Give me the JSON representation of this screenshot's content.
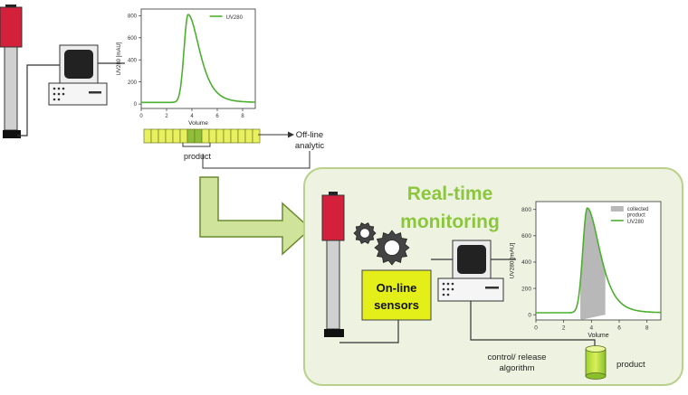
{
  "chart_data": [
    {
      "type": "line",
      "xlabel": "Volume",
      "ylabel": "UV280 [mAU]",
      "xlim": [
        0,
        9
      ],
      "ylim": [
        -40,
        860
      ],
      "xticks": [
        0,
        2,
        4,
        6,
        8
      ],
      "yticks": [
        0,
        200,
        400,
        600,
        800
      ],
      "legend": "top-right",
      "series": [
        {
          "name": "UV280",
          "peak_x": 3.7,
          "peak_y": 810,
          "baseline_y": 15
        }
      ]
    },
    {
      "type": "area",
      "xlabel": "Volume",
      "ylabel": "UV280 [mAU]",
      "xlim": [
        0,
        9
      ],
      "ylim": [
        -40,
        860
      ],
      "xticks": [
        0,
        2,
        4,
        6,
        8
      ],
      "yticks": [
        0,
        200,
        400,
        600,
        800
      ],
      "legend": "top-right",
      "collected_range": [
        3.2,
        5.0
      ],
      "series": [
        {
          "name": "UV280",
          "peak_x": 3.7,
          "peak_y": 810,
          "baseline_y": 15
        }
      ],
      "shaded_series_name": "collected product"
    }
  ],
  "labels": {
    "product_fraction": "product",
    "offline_line1": "Off-line",
    "offline_line2": "analytic",
    "realtime_line1": "Real-time",
    "realtime_line2": "monitoring",
    "sensors_line1": "On-line",
    "sensors_line2": "sensors",
    "control_line1": "control/ release",
    "control_line2": "algorithm",
    "product_vessel": "product"
  },
  "fractions": {
    "count": 16,
    "highlighted": [
      6,
      7
    ]
  },
  "colors": {
    "column_cap": "#d3203b",
    "column_body": "#d0d0d0",
    "curve": "#4caf2f",
    "fraction_fill": "#e8f060",
    "fraction_highlight": "#8fbf3a",
    "panel_bg": "#eef3e1",
    "panel_border": "#b9d08a",
    "title_green": "#8cc63f",
    "sensor_box": "#e4ef1a",
    "arrow_fill": "#cfe39a",
    "shade": "#b8b8b8"
  }
}
